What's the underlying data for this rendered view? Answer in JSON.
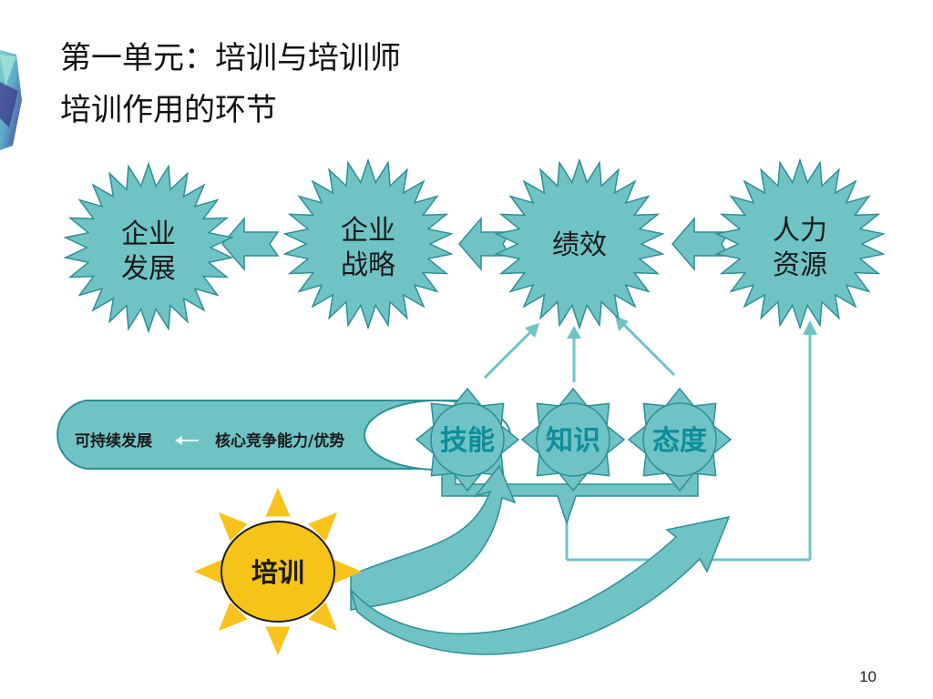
{
  "slide": {
    "title_line1": "第一单元：培训与培训师",
    "title_line2": "培训作用的环节",
    "page_number": "10"
  },
  "diagram": {
    "top_nodes": [
      {
        "line1": "企业",
        "line2": "发展"
      },
      {
        "line1": "企业",
        "line2": "战略"
      },
      {
        "line1": "绩效",
        "line2": ""
      },
      {
        "line1": "人力",
        "line2": "资源"
      }
    ],
    "factor_nodes": [
      "技能",
      "知识",
      "态度"
    ],
    "banner": {
      "left_text": "可持续发展",
      "right_text": "核心竞争能力/优势"
    },
    "core": "培训"
  },
  "colors": {
    "teal_fill": "#6fc3c5",
    "teal_dark": "#2e8f94",
    "sun_fill": "#f6c318",
    "sun_ray": "#f8c31c",
    "factor_text": "#0d8d9a"
  },
  "decoration": {
    "left_edge_icon": "crystal-shard-icon"
  }
}
